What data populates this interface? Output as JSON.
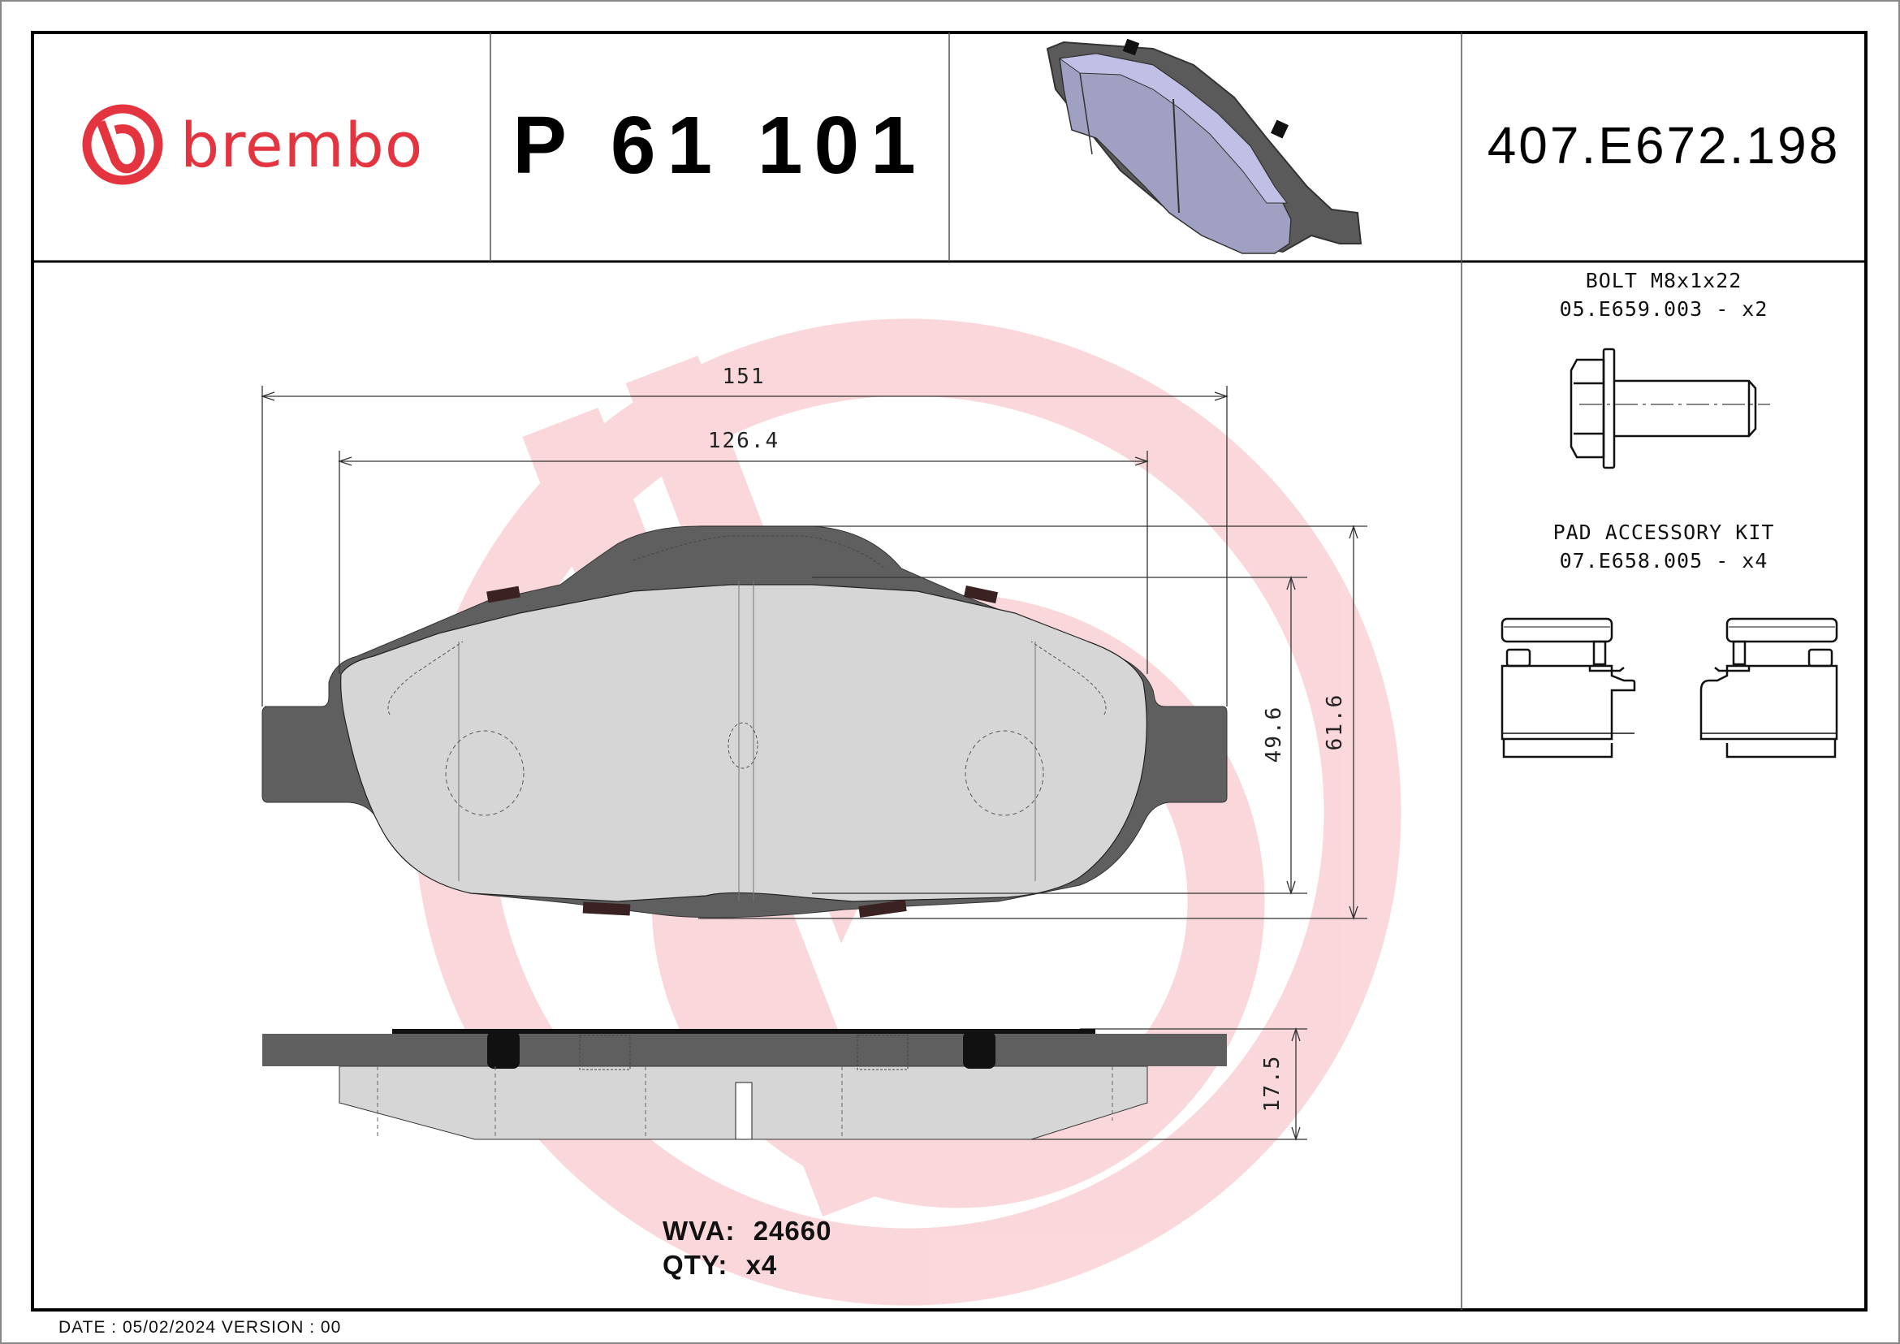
{
  "header": {
    "brand": "brembo",
    "brand_color": "#e3343f",
    "part_number": "P 61 101",
    "reference_code": "407.E672.198",
    "render_icon": "brake-pad-3d-render-icon"
  },
  "accessories": [
    {
      "title": "BOLT M8x1x22",
      "code_line": "05.E659.003 - x2",
      "icon": "bolt-icon"
    },
    {
      "title": "PAD ACCESSORY KIT",
      "code_line": "07.E658.005 - x4",
      "icon": "clip-kit-icon"
    }
  ],
  "dimensions": {
    "overall_width": "151",
    "friction_width": "126.4",
    "friction_height": "49.6",
    "overall_height": "61.6",
    "thickness": "17.5"
  },
  "info": {
    "wva_label": "WVA:",
    "wva_value": "24660",
    "qty_label": "QTY:",
    "qty_value": "x4"
  },
  "footer": {
    "text": "DATE : 05/02/2024 VERSION : 00",
    "date": "05/02/2024",
    "version": "00"
  },
  "colors": {
    "watermark": "#f9cfd2",
    "backplate": "#5f5f5f",
    "friction": "#d6d6d6",
    "render_face": "#a0a0c2"
  }
}
